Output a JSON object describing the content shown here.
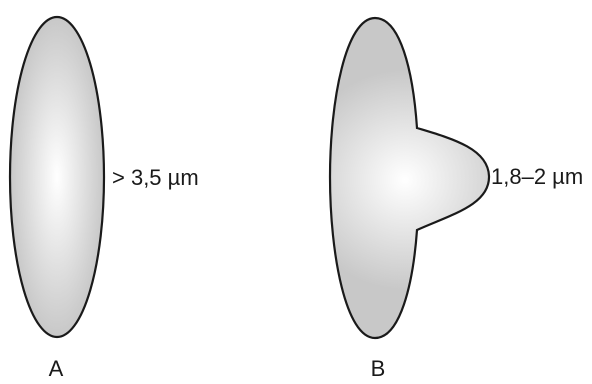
{
  "figure": {
    "cells": [
      {
        "label": "A",
        "measurement": "> 3,5 µm"
      },
      {
        "label": "B",
        "measurement": "1,8–2 µm"
      }
    ]
  },
  "colors": {
    "shape_fill_center": "#ffffff",
    "shape_fill_edge": "#c8c8c8",
    "outline": "#1a1a1a",
    "text": "#1a1a1a",
    "background": "#ffffff"
  }
}
